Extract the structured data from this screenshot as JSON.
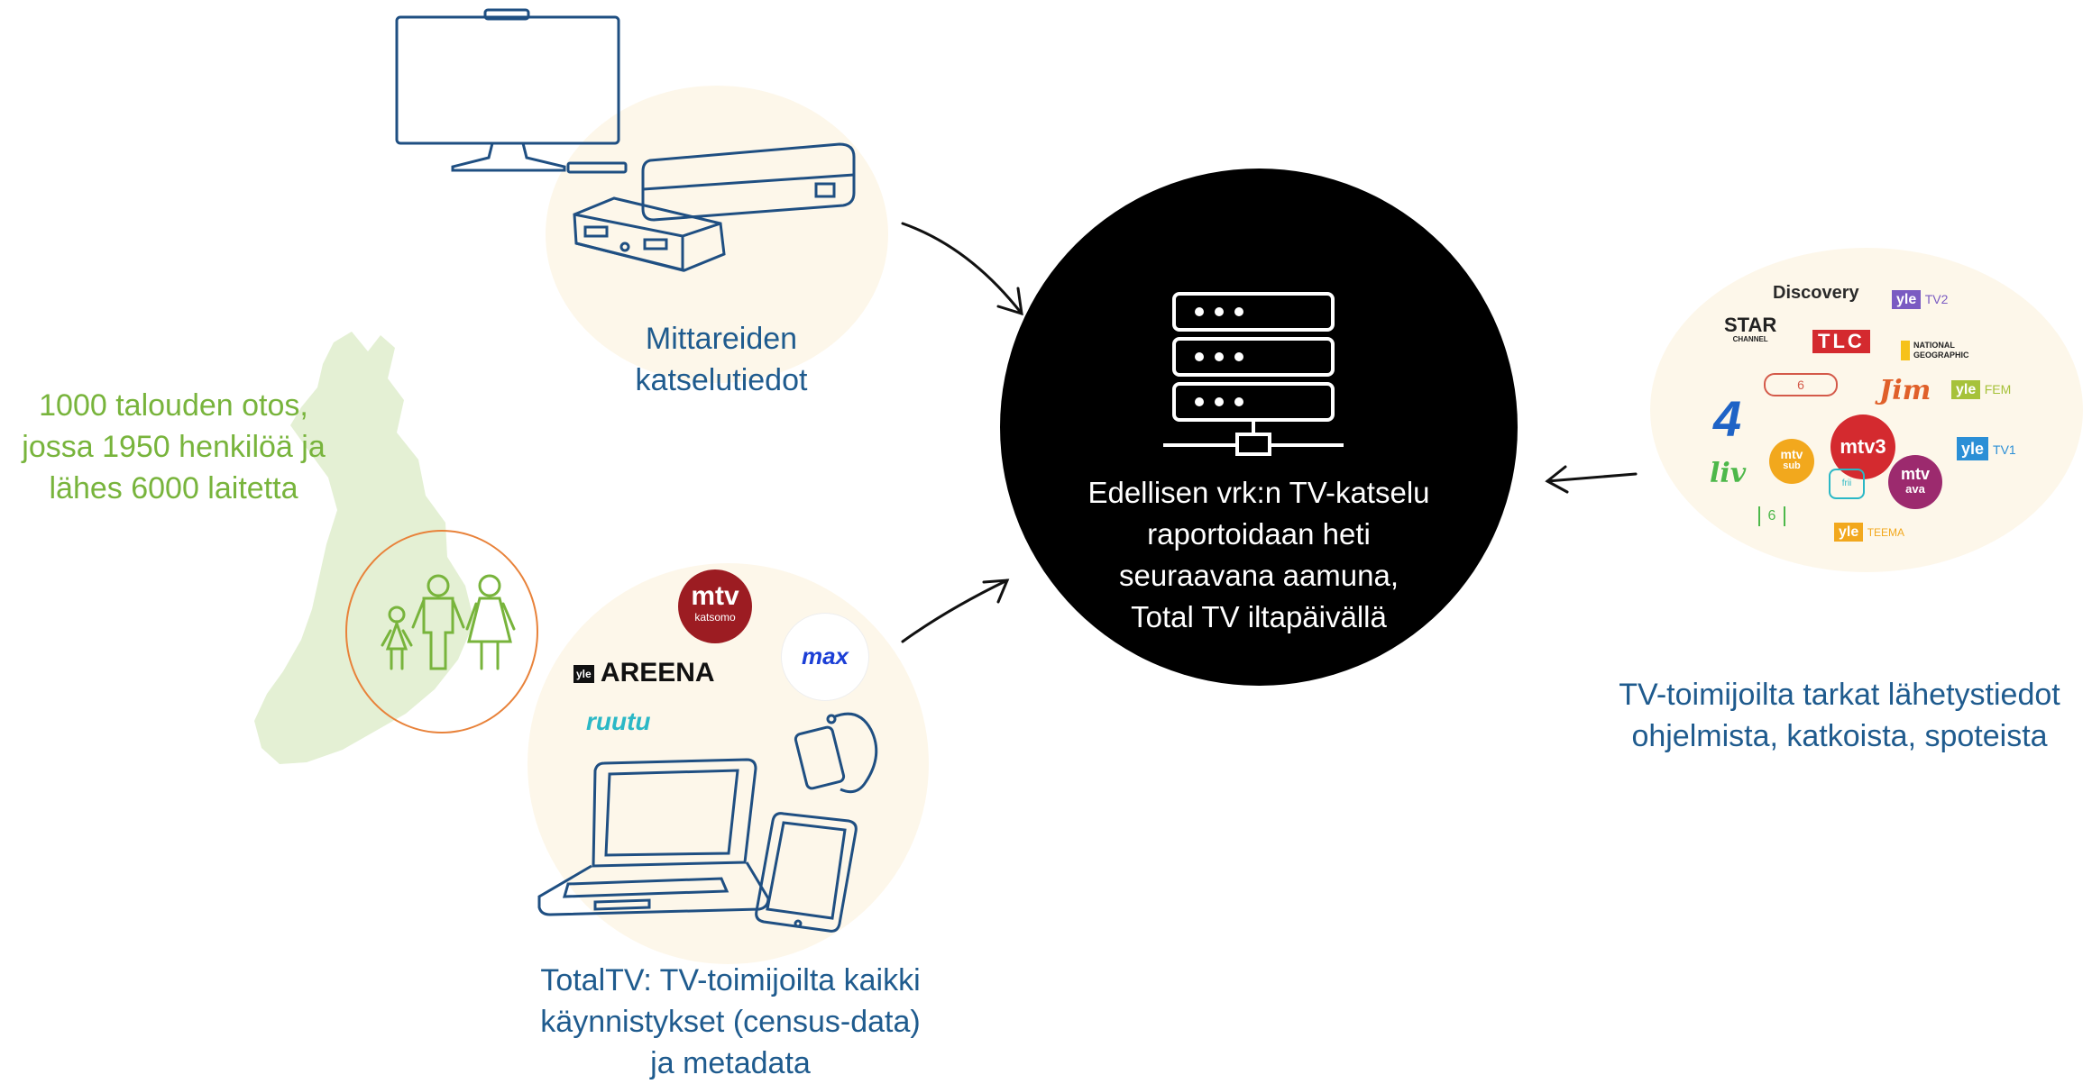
{
  "center": {
    "text_lines": [
      "Edellisen vrk:n TV-katselu",
      "raportoidaan heti",
      "seuraavana aamuna,",
      "Total TV iltapäivällä"
    ]
  },
  "meters": {
    "caption_lines": [
      "Mittareiden",
      "katselutiedot"
    ]
  },
  "sample": {
    "caption_lines": [
      "1000 talouden otos,",
      "jossa 1950 henkilöä ja",
      "lähes 6000 laitetta"
    ]
  },
  "totaltv": {
    "caption_lines": [
      "TotalTV: TV-toimijoilta kaikki",
      "käynnistykset (census-data)",
      "ja metadata"
    ]
  },
  "broadcasters": {
    "caption_lines": [
      "TV-toimijoilta tarkat lähetystiedot",
      "ohjelmista, katkoista, spoteista"
    ]
  },
  "streaming_logos": {
    "mtv_main": "mtv",
    "mtv_sub": "katsomo",
    "areena_prefix": "yle",
    "areena": "AREENA",
    "max": "max",
    "ruutu": "ruutu"
  },
  "channel_logos": {
    "discovery": "Discovery",
    "yle_tv2": "yle",
    "tv2": "TV2",
    "star": "STAR",
    "star_sub": "CHANNEL",
    "tlc": "TLC",
    "natgeo_1": "NATIONAL",
    "natgeo_2": "GEOGRAPHIC",
    "kutonen": "6",
    "jim": "Jim",
    "yle_fem": "yle",
    "fem": "FEM",
    "four": "4",
    "mtv3": "mtv3",
    "yle_tv1": "yle",
    "tv1": "TV1",
    "liv": "liv",
    "mtv_sub": "mtv",
    "sub": "sub",
    "frii": "frii",
    "mtv_ava": "mtv",
    "ava": "ava",
    "six": "6",
    "yle_teema": "yle",
    "teema": "TEEMA"
  },
  "colors": {
    "caption_blue": "#1f5b8e",
    "caption_green": "#78b43c",
    "map_green": "#e4f0d4",
    "ring_orange": "#e8823a",
    "blob_cream": "#fdf7ea",
    "center_black": "#000000",
    "mtv_red": "#9c1c22",
    "yle_teal": "#2bb8c6",
    "yle_red": "#d42a2f"
  },
  "icons": [
    "tv-icon",
    "set-top-box-icon",
    "server-icon",
    "family-icon",
    "laptop-icon",
    "tablet-icon",
    "phone-icon",
    "arrow-icon",
    "finland-map"
  ]
}
